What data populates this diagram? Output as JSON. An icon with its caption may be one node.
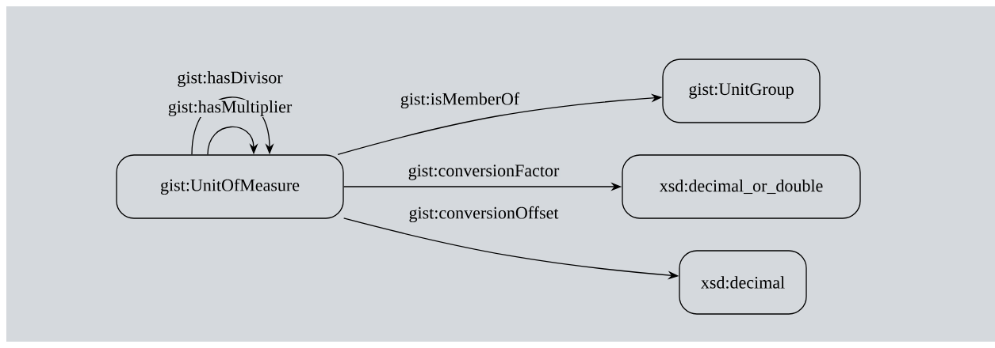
{
  "diagram": {
    "nodes": [
      {
        "text": [
          "gist:UnitOfMeasure"
        ]
      },
      {
        "text": [
          "gist:UnitGroup"
        ]
      },
      {
        "text": [
          "xsd:decimal_or_double"
        ]
      },
      {
        "text": [
          "xsd:decimal"
        ]
      }
    ],
    "edges": [
      {
        "from": 0,
        "to": 0,
        "arrow": "to",
        "label": "gist:hasDivisor"
      },
      {
        "from": 0,
        "to": 0,
        "arrow": "to",
        "label": "gist:hasMultiplier"
      },
      {
        "from": 0,
        "to": 1,
        "arrow": "to",
        "label": "gist:isMemberOf"
      },
      {
        "from": 0,
        "to": 2,
        "arrow": "to",
        "label": "gist:conversionFactor"
      },
      {
        "from": 0,
        "to": 3,
        "arrow": "to",
        "label": "gist:conversionOffset"
      }
    ]
  }
}
